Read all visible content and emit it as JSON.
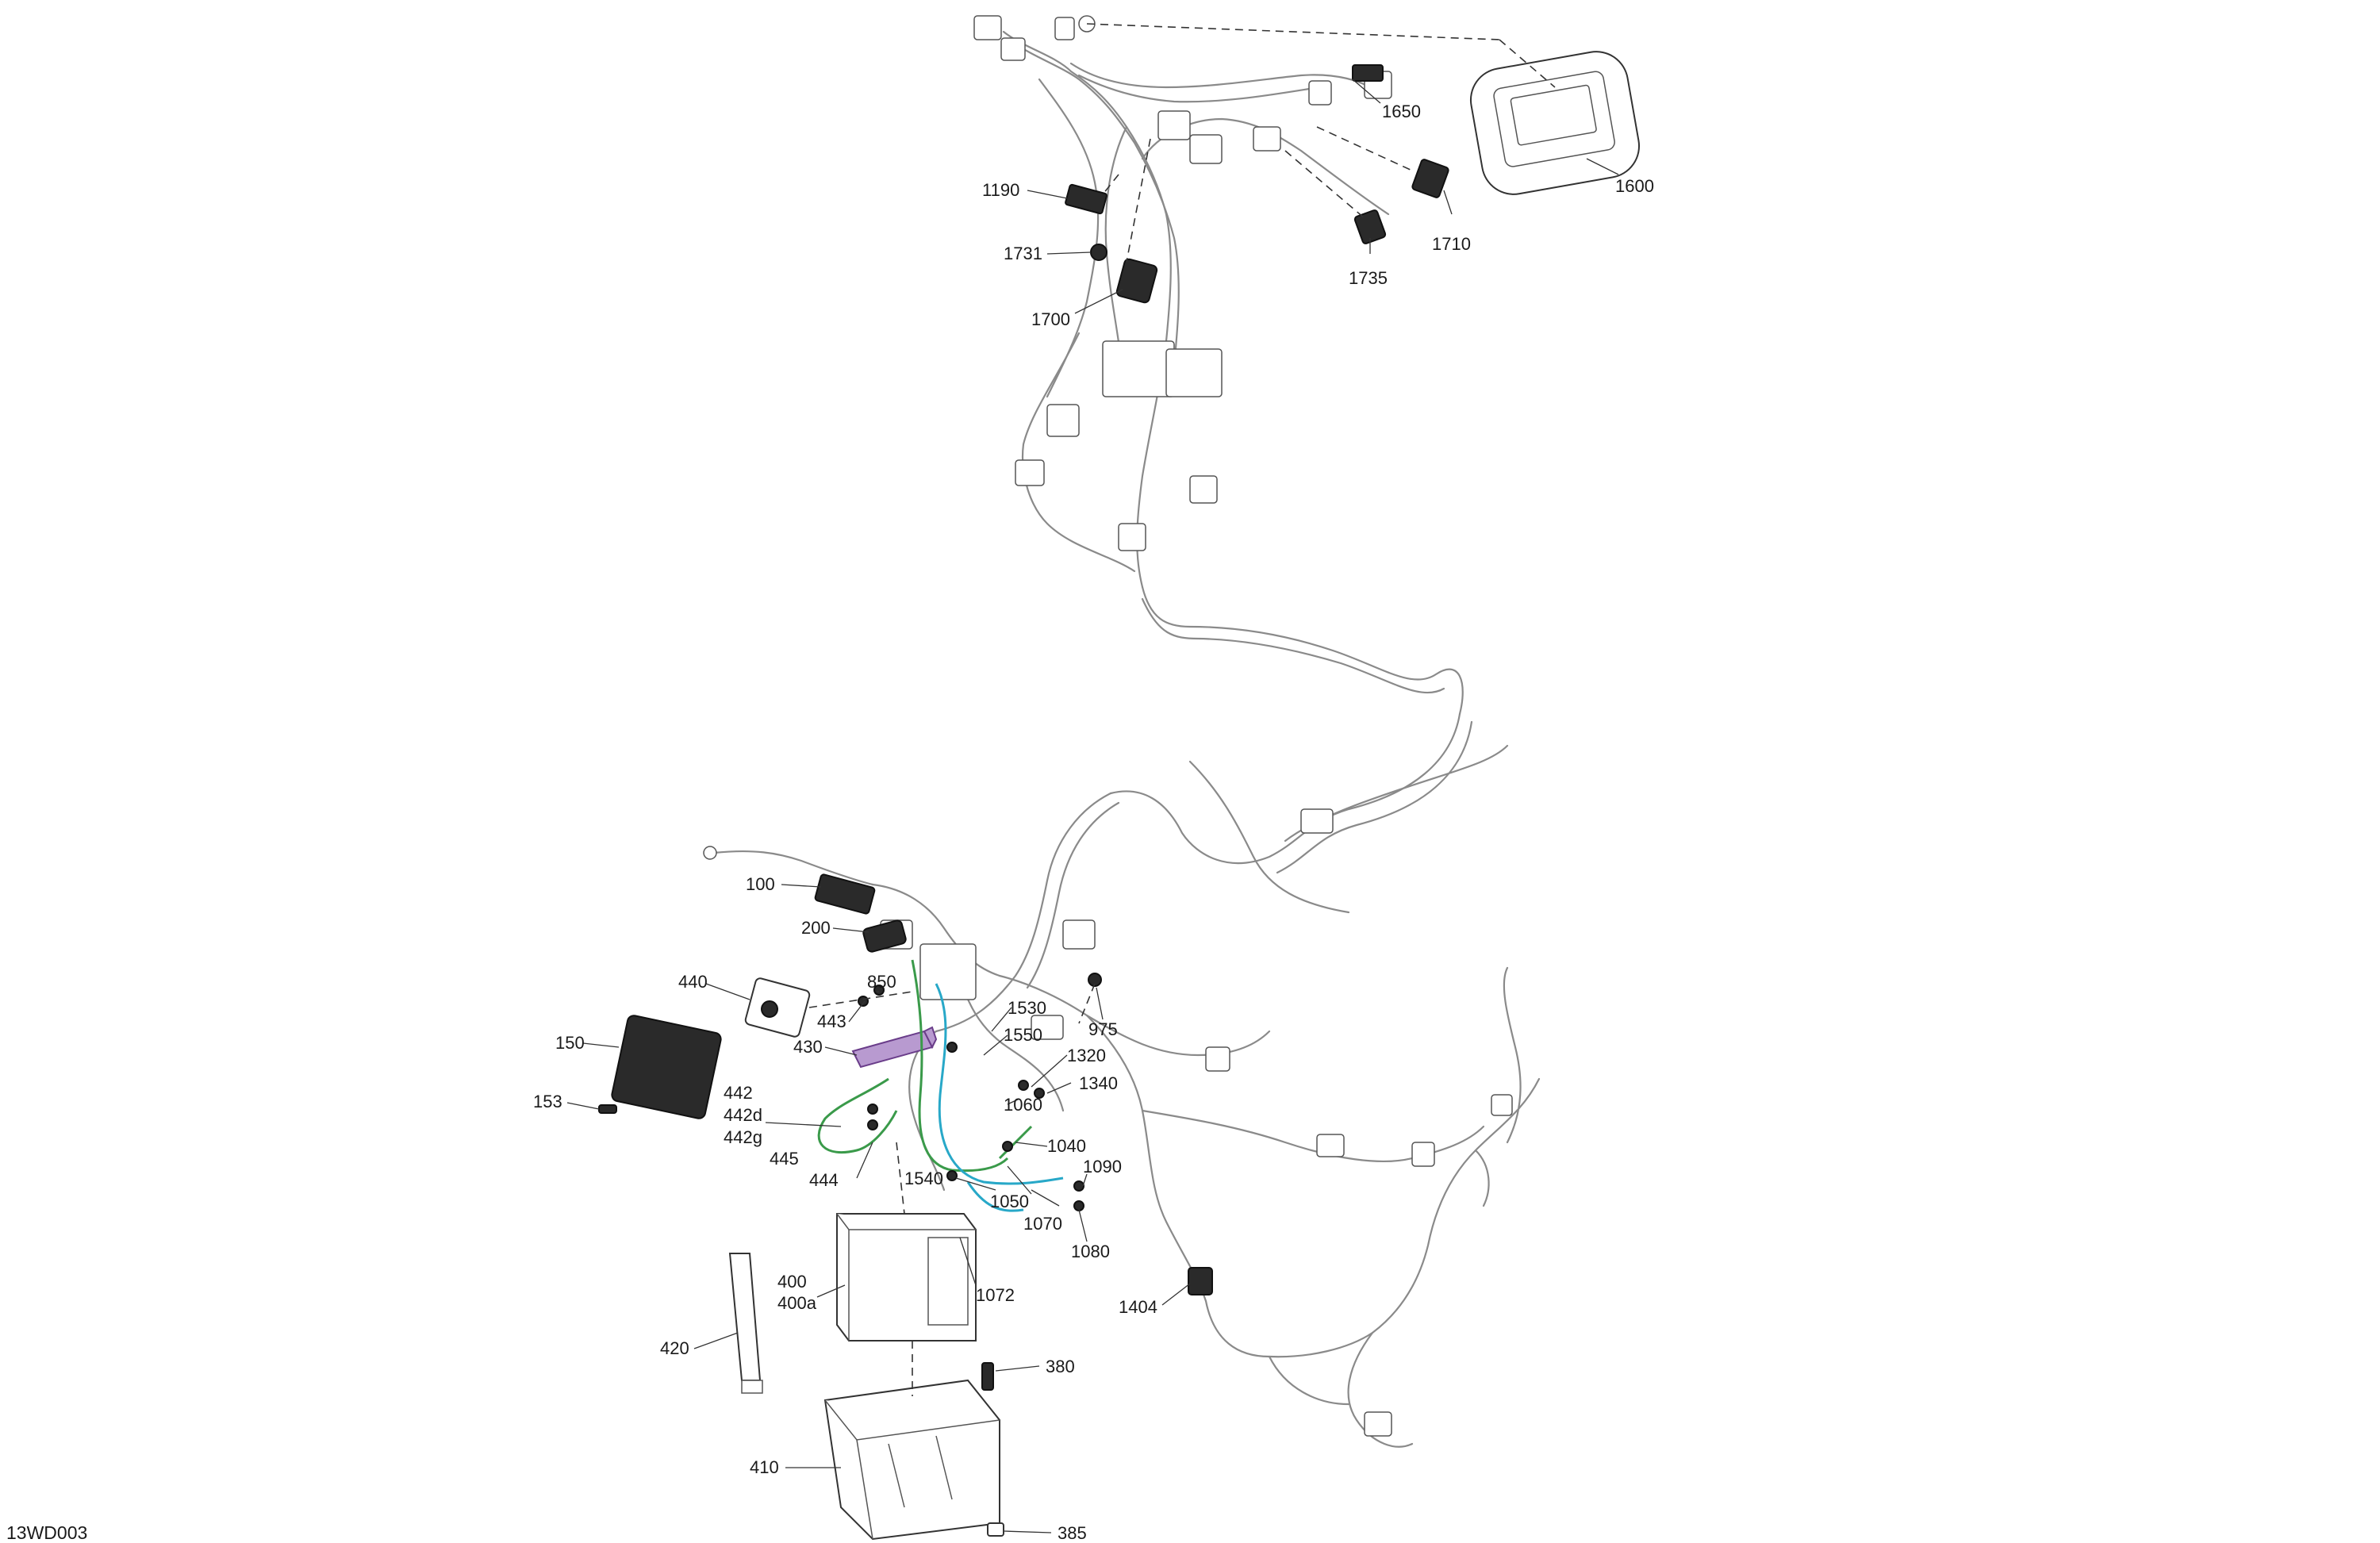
{
  "drawing_id": "13WD003",
  "callouts": {
    "c100": "100",
    "c150": "150",
    "c153": "153",
    "c200": "200",
    "c380": "380",
    "c385": "385",
    "c400": "400",
    "c400a": "400a",
    "c410": "410",
    "c420": "420",
    "c430": "430",
    "c440": "440",
    "c442": "442",
    "c442d": "442d",
    "c442g": "442g",
    "c443": "443",
    "c444": "444",
    "c445": "445",
    "c850": "850",
    "c975": "975",
    "c1040": "1040",
    "c1050": "1050",
    "c1060": "1060",
    "c1070": "1070",
    "c1072": "1072",
    "c1080": "1080",
    "c1090": "1090",
    "c1190": "1190",
    "c1320": "1320",
    "c1340": "1340",
    "c1404": "1404",
    "c1530": "1530",
    "c1540": "1540",
    "c1550": "1550",
    "c1600": "1600",
    "c1650": "1650",
    "c1700": "1700",
    "c1710": "1710",
    "c1731": "1731",
    "c1735": "1735"
  },
  "colors": {
    "harness": "#8a8a8a",
    "cable_green": "#3a9a4a",
    "cable_cyan": "#28a8c8",
    "bracket_purple": "#b89ad0"
  }
}
